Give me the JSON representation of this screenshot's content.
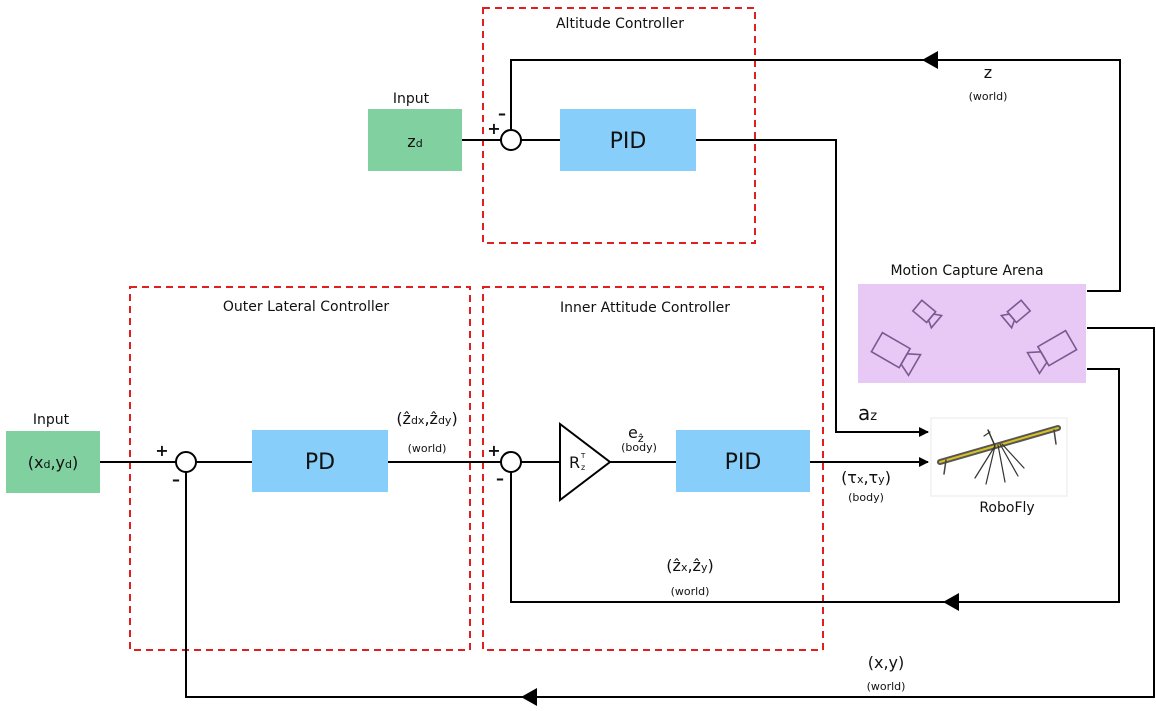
{
  "altitude": {
    "title": "Altitude Controller",
    "input_label": "Input",
    "input_value": "z",
    "input_sub": "d",
    "pid_label": "PID",
    "plus": "+",
    "minus": "–",
    "feedback_label": "z",
    "feedback_frame": "(world)"
  },
  "outer": {
    "title": "Outer Lateral Controller",
    "input_label": "Input",
    "input_value": "(x",
    "input_sub1": "d",
    "input_mid": ",y",
    "input_sub2": "d",
    "input_end": ")",
    "pd_label": "PD",
    "plus": "+",
    "minus": "–",
    "output_label_a": "(ẑ",
    "output_sub_a": "dx",
    "output_label_b": ",ẑ",
    "output_sub_b": "dy",
    "output_label_c": ")",
    "output_frame": "(world)"
  },
  "inner": {
    "title": "Inner Attitude Controller",
    "rot_label": "R",
    "rot_sup": "T",
    "rot_sub": "z",
    "error_label": "e",
    "error_sub": "ẑ",
    "error_frame": "(body)",
    "pid_label": "PID",
    "plus": "+",
    "minus": "–",
    "feedback_label_a": "(ẑ",
    "feedback_sub_a": "x",
    "feedback_label_b": ",ẑ",
    "feedback_sub_b": "y",
    "feedback_label_c": ")",
    "feedback_frame": "(world)"
  },
  "plant": {
    "arena_title": "Motion Capture Arena",
    "robot_name": "RoboFly",
    "thrust_label": "a",
    "thrust_sub": "z",
    "torque_label_a": "(τ",
    "torque_sub_a": "x",
    "torque_label_b": ",τ",
    "torque_sub_b": "y",
    "torque_label_c": ")",
    "torque_frame": "(body)",
    "position_label": "(x,y)",
    "position_frame": "(world)"
  },
  "colors": {
    "input_block": "#80d0a0",
    "controller_block": "#87cefa",
    "arena": "#e8c8f4",
    "dashed": "#e02020",
    "line": "#000000",
    "camera": "#7a5a90"
  },
  "icons": {
    "camera": "video-camera-icon",
    "robot": "robofly-icon"
  }
}
